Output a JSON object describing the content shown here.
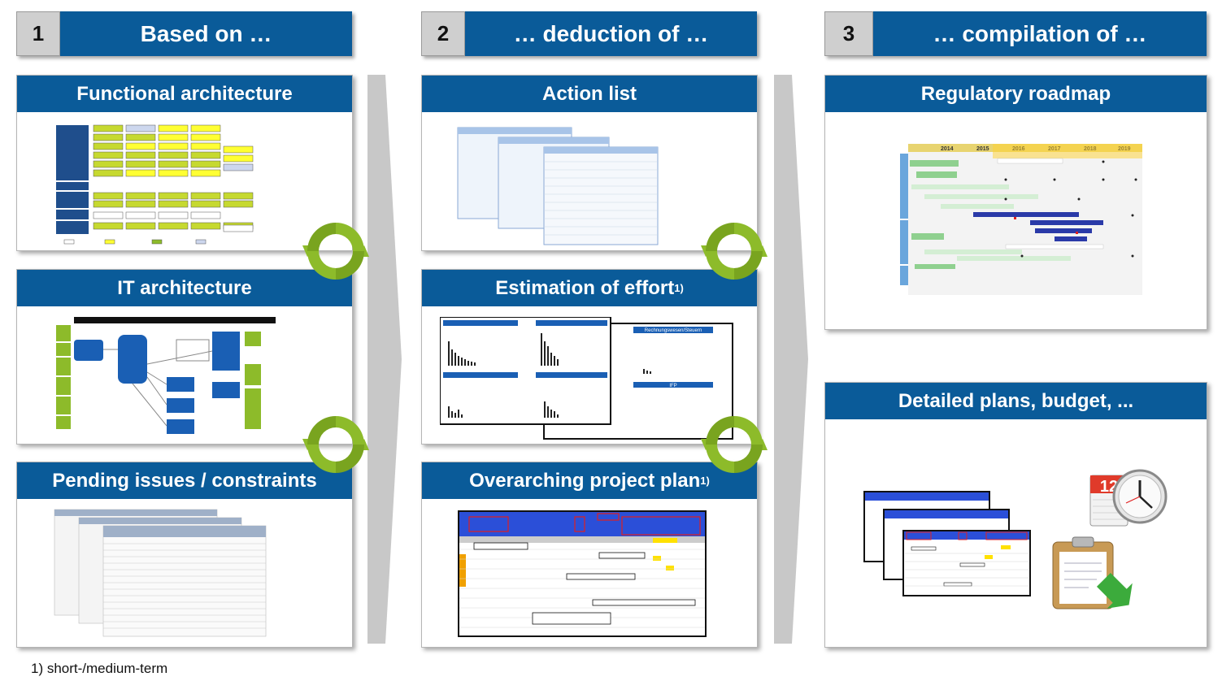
{
  "columns": [
    {
      "number": "1",
      "title": "Based on …"
    },
    {
      "number": "2",
      "title": "… deduction of …"
    },
    {
      "number": "3",
      "title": "… compilation of …"
    }
  ],
  "panels": {
    "functional_architecture": "Functional architecture",
    "it_architecture": "IT architecture",
    "pending_issues": "Pending issues / constraints",
    "action_list": "Action list",
    "estimation_of_effort": "Estimation of effort",
    "estimation_sup": "1)",
    "overarching_plan": "Overarching project plan",
    "overarching_sup": "1)",
    "regulatory_roadmap": "Regulatory roadmap",
    "detailed_plans": "Detailed plans, budget, ..."
  },
  "footnote": "1) short-/medium-term",
  "roadmap_years": [
    "2014",
    "2015",
    "2016",
    "2017",
    "2018",
    "2019"
  ],
  "effort_chart_titles": [
    "Rechnungswesen/Steuern",
    "IFP"
  ],
  "calendar_day": "12",
  "colors": {
    "header_blue": "#0a5b99",
    "cycle_green": "#8dbb2a",
    "chevron_gray": "#c8c8c8"
  }
}
